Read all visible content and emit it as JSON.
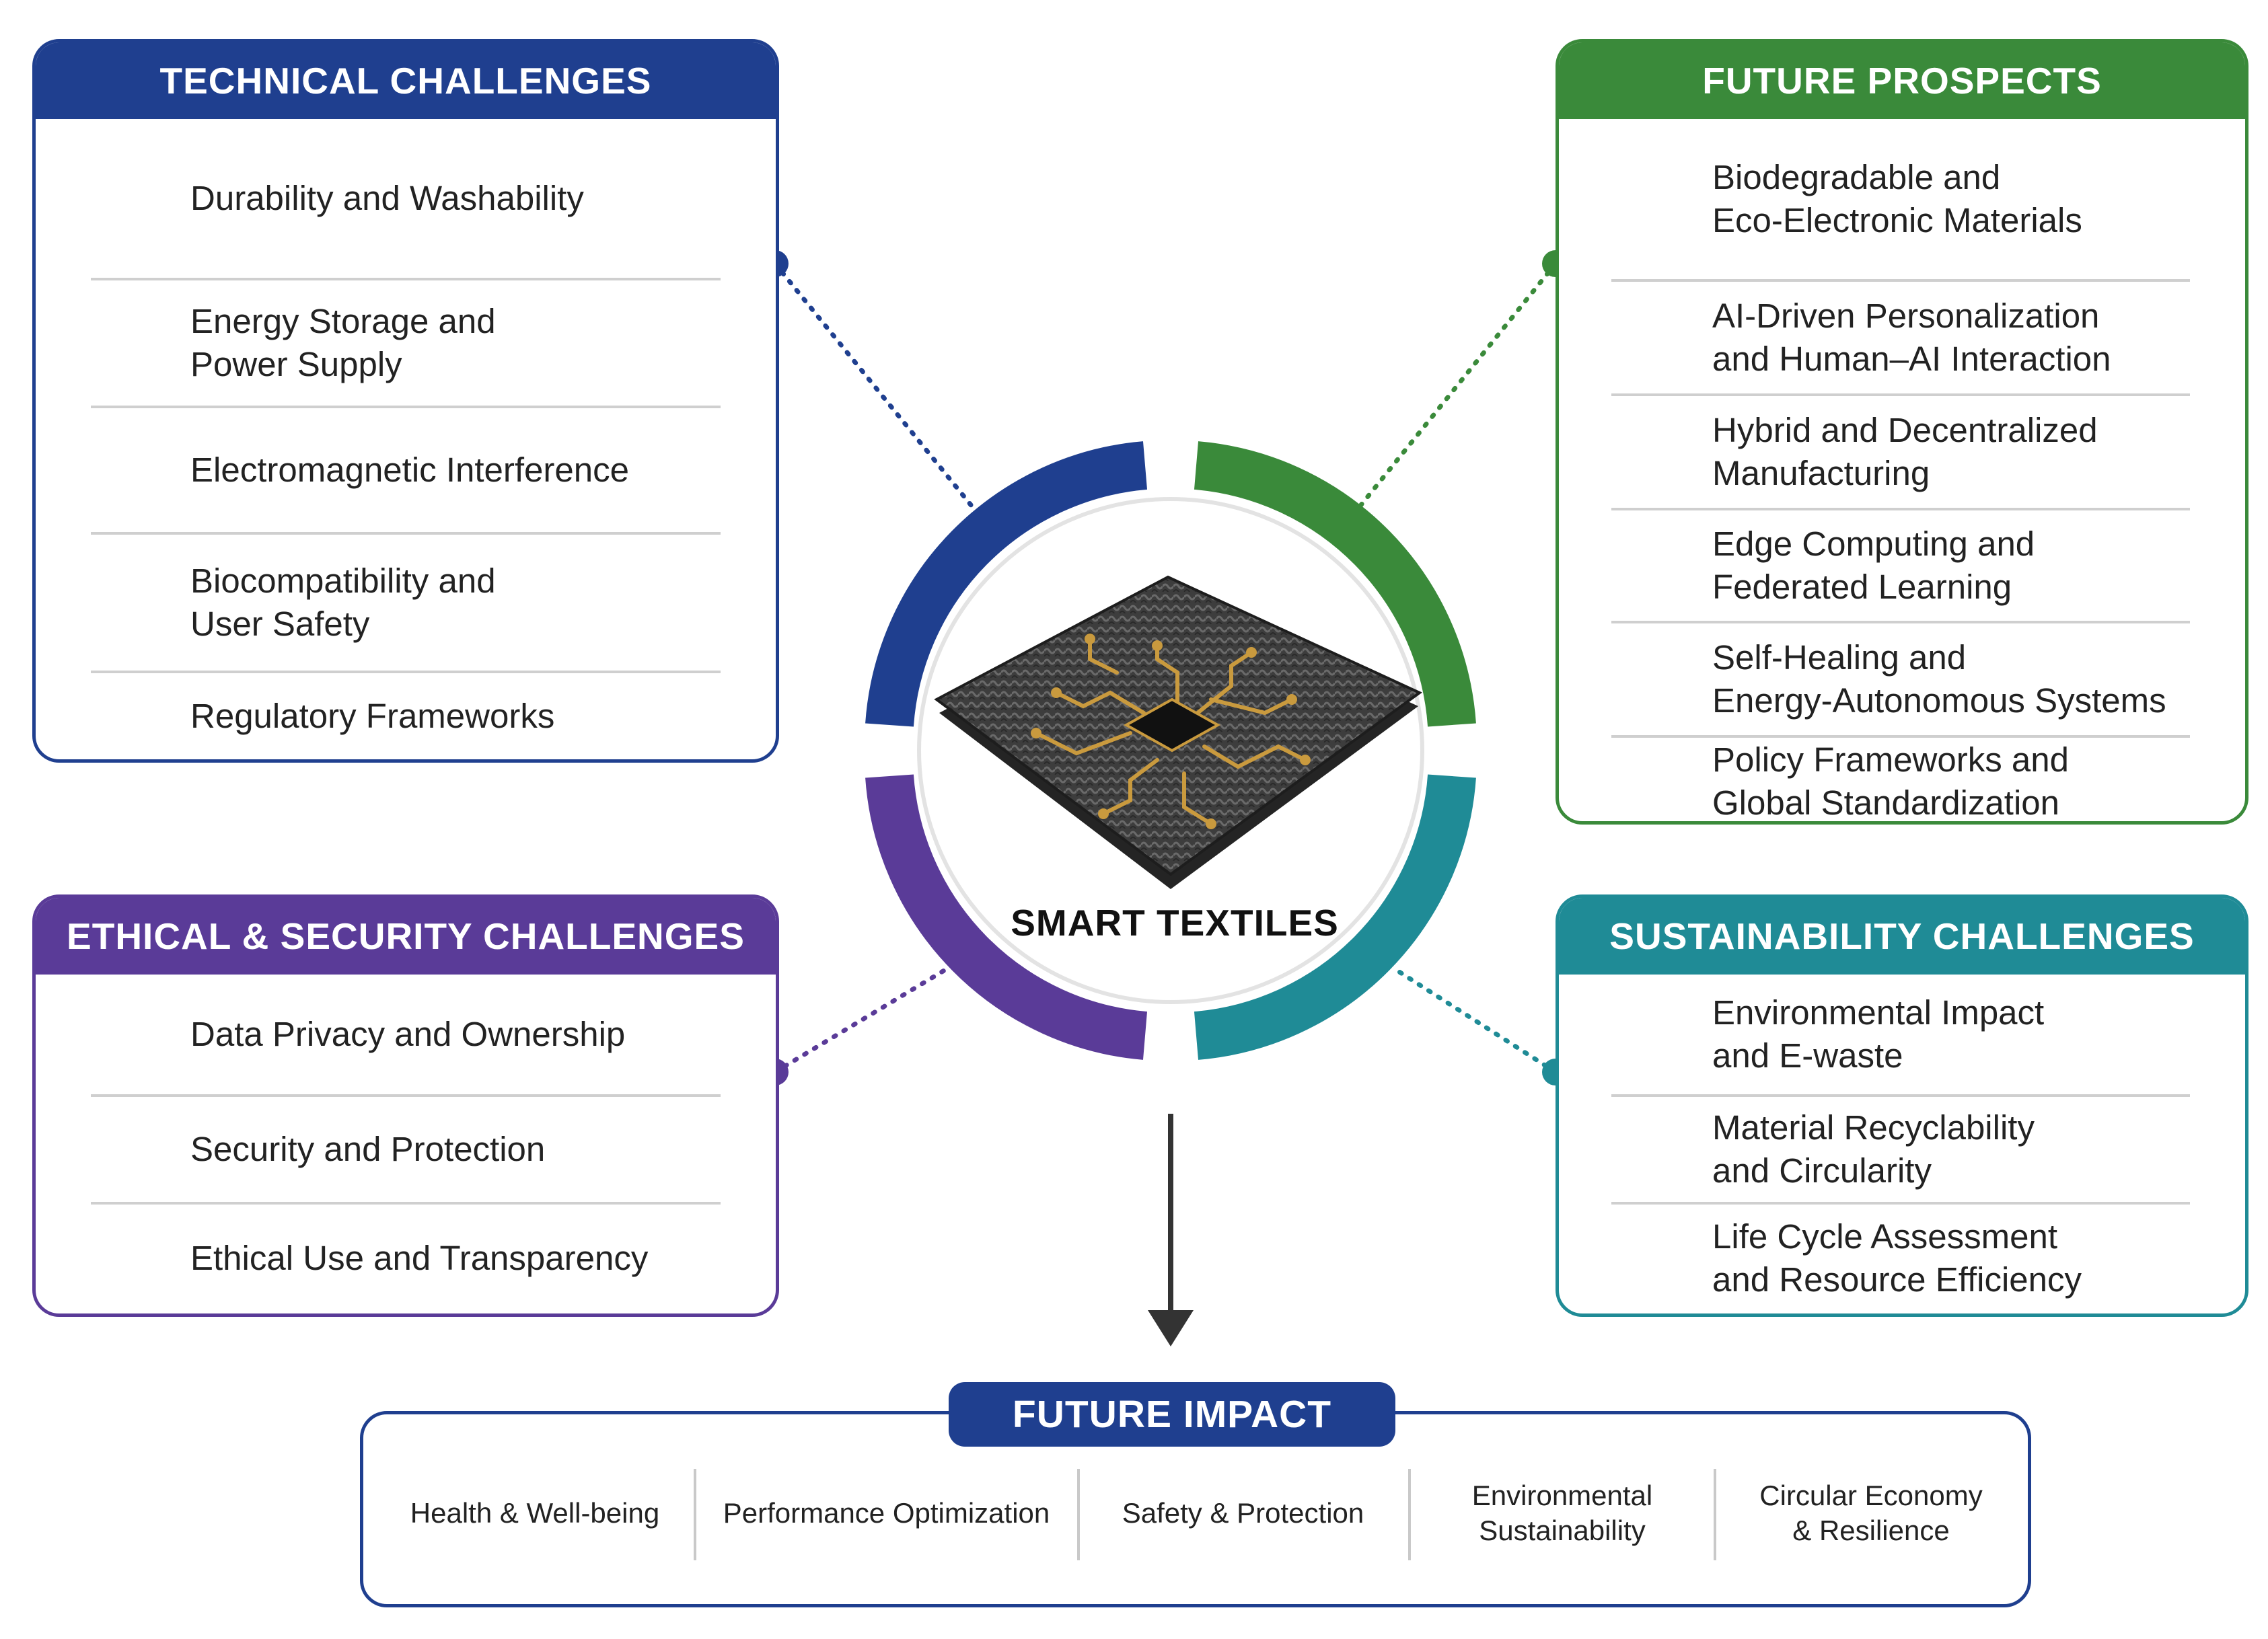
{
  "center": {
    "label": "SMART TEXTILES"
  },
  "technical": {
    "title": "TECHNICAL CHALLENGES",
    "items": [
      "Durability and Washability",
      "Energy Storage and\nPower Supply",
      "Electromagnetic Interference",
      "Biocompatibility and\nUser Safety",
      "Regulatory Frameworks"
    ]
  },
  "future_prospects": {
    "title": "FUTURE PROSPECTS",
    "items": [
      "Biodegradable and\nEco-Electronic Materials",
      "AI-Driven Personalization\nand Human–AI Interaction",
      "Hybrid and Decentralized\nManufacturing",
      "Edge Computing and\nFederated Learning",
      "Self-Healing and\nEnergy-Autonomous Systems",
      "Policy Frameworks and\nGlobal Standardization"
    ]
  },
  "ethical": {
    "title": "ETHICAL & SECURITY CHALLENGES",
    "items": [
      "Data Privacy and Ownership",
      "Security and Protection",
      "Ethical Use and Transparency"
    ]
  },
  "sustainability": {
    "title": "SUSTAINABILITY CHALLENGES",
    "items": [
      "Environmental Impact\nand E-waste",
      "Material Recyclability\nand Circularity",
      "Life Cycle Assessment\nand Resource Efficiency"
    ]
  },
  "impact": {
    "title": "FUTURE IMPACT",
    "items": [
      "Health & Well-being",
      "Performance Optimization",
      "Safety & Protection",
      "Environmental\nSustainability",
      "Circular Economy\n& Resilience"
    ]
  },
  "colors": {
    "technical": "#1f3f8f",
    "future_prospects": "#3a8a3a",
    "ethical": "#5a3b98",
    "sustainability": "#1f8b96",
    "impact": "#1f3f8f",
    "circuit_gold": "#c99a3e",
    "fabric": "#3b3b3b"
  }
}
